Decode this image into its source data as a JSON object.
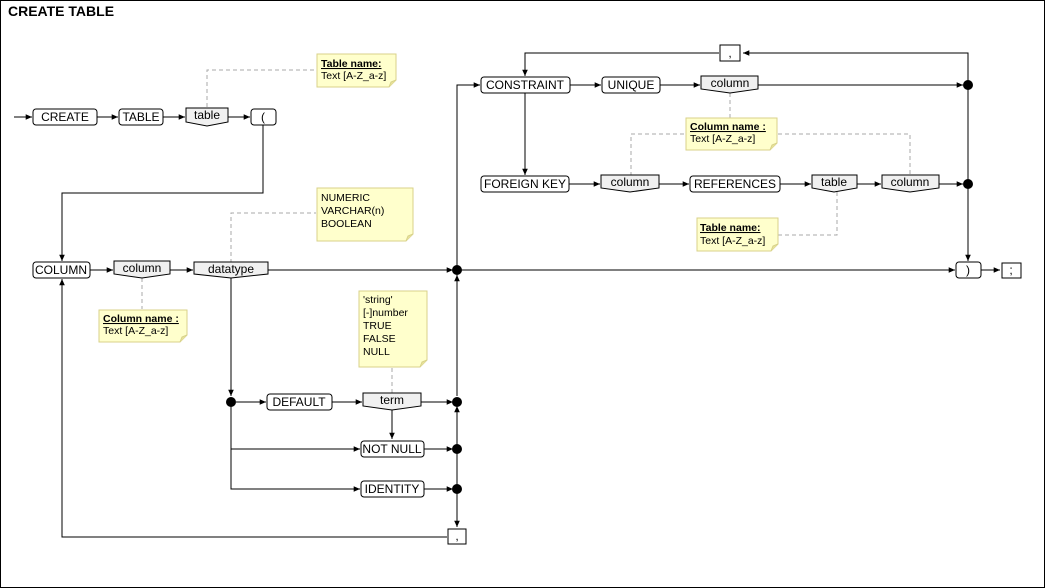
{
  "title": "CREATE TABLE",
  "colors": {
    "line": "#000000",
    "box_fill": "#ffffff",
    "placeholder_fill": "#f0f0f0",
    "note_fill": "#ffffcc",
    "note_border": "#d8d28a",
    "dash": "#aaaaaa"
  },
  "tokens": {
    "create": "CREATE",
    "table_kw": "TABLE",
    "table_ph": "table",
    "lparen": "(",
    "column_kw": "COLUMN",
    "column_ph": "column",
    "datatype": "datatype",
    "default_kw": "DEFAULT",
    "term": "term",
    "not_null": "NOT NULL",
    "identity": "IDENTITY",
    "comma_bottom": ",",
    "constraint": "CONSTRAINT",
    "unique": "UNIQUE",
    "unique_column": "column",
    "comma_top": ",",
    "foreign_key": "FOREIGN KEY",
    "fk_column": "column",
    "references": "REFERENCES",
    "ref_table": "table",
    "ref_column": "column",
    "rparen": ")",
    "semicolon": ";"
  },
  "notes": {
    "table_name_top": {
      "title": "Table name:",
      "lines": [
        "Text [A-Z_a-z]"
      ]
    },
    "datatypes": {
      "title": "",
      "lines": [
        "NUMERIC",
        "VARCHAR(n)",
        "BOOLEAN"
      ]
    },
    "column_name_left": {
      "title": "Column name :",
      "lines": [
        "Text [A-Z_a-z]"
      ]
    },
    "terms": {
      "title": "",
      "lines": [
        "'string'",
        "[-]number",
        "TRUE",
        "FALSE",
        "NULL"
      ]
    },
    "column_name_right": {
      "title": "Column name :",
      "lines": [
        "Text [A-Z_a-z]"
      ]
    },
    "table_name_right": {
      "title": "Table name:",
      "lines": [
        "Text [A-Z_a-z]"
      ]
    }
  }
}
